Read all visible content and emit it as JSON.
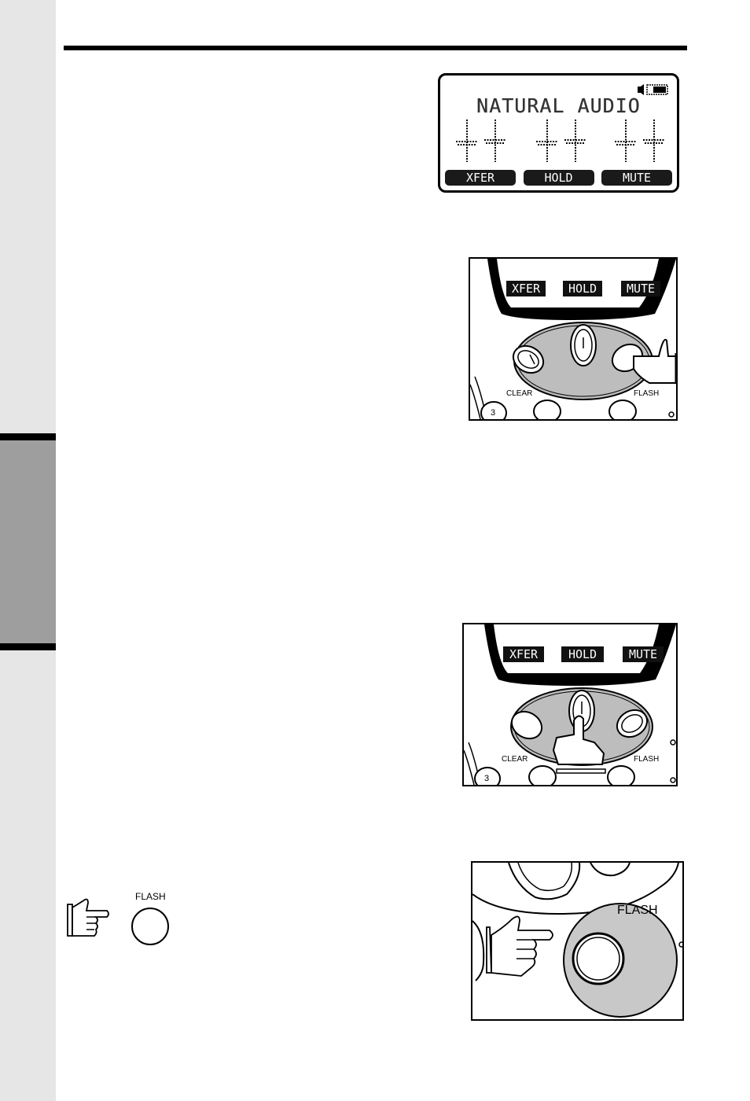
{
  "lcd": {
    "title": "NATURAL AUDIO",
    "softkeys": [
      "XFER",
      "HOLD",
      "MUTE"
    ]
  },
  "figure1": {
    "softkeys": [
      "XFER",
      "HOLD",
      "MUTE"
    ],
    "labels": {
      "clear": "CLEAR",
      "flash": "FLASH",
      "key3": "3"
    }
  },
  "figure2": {
    "softkeys": [
      "XFER",
      "HOLD",
      "MUTE"
    ],
    "labels": {
      "clear": "CLEAR",
      "flash": "FLASH",
      "key3": "3"
    }
  },
  "flash_icon": {
    "label": "FLASH"
  },
  "figure3": {
    "label": "FLASH"
  },
  "colors": {
    "sidebar": "#e6e6e6",
    "side_tab": "#9e9e9e",
    "button_fill": "#c8c8c8",
    "lcd_key": "#1a1a1a"
  }
}
